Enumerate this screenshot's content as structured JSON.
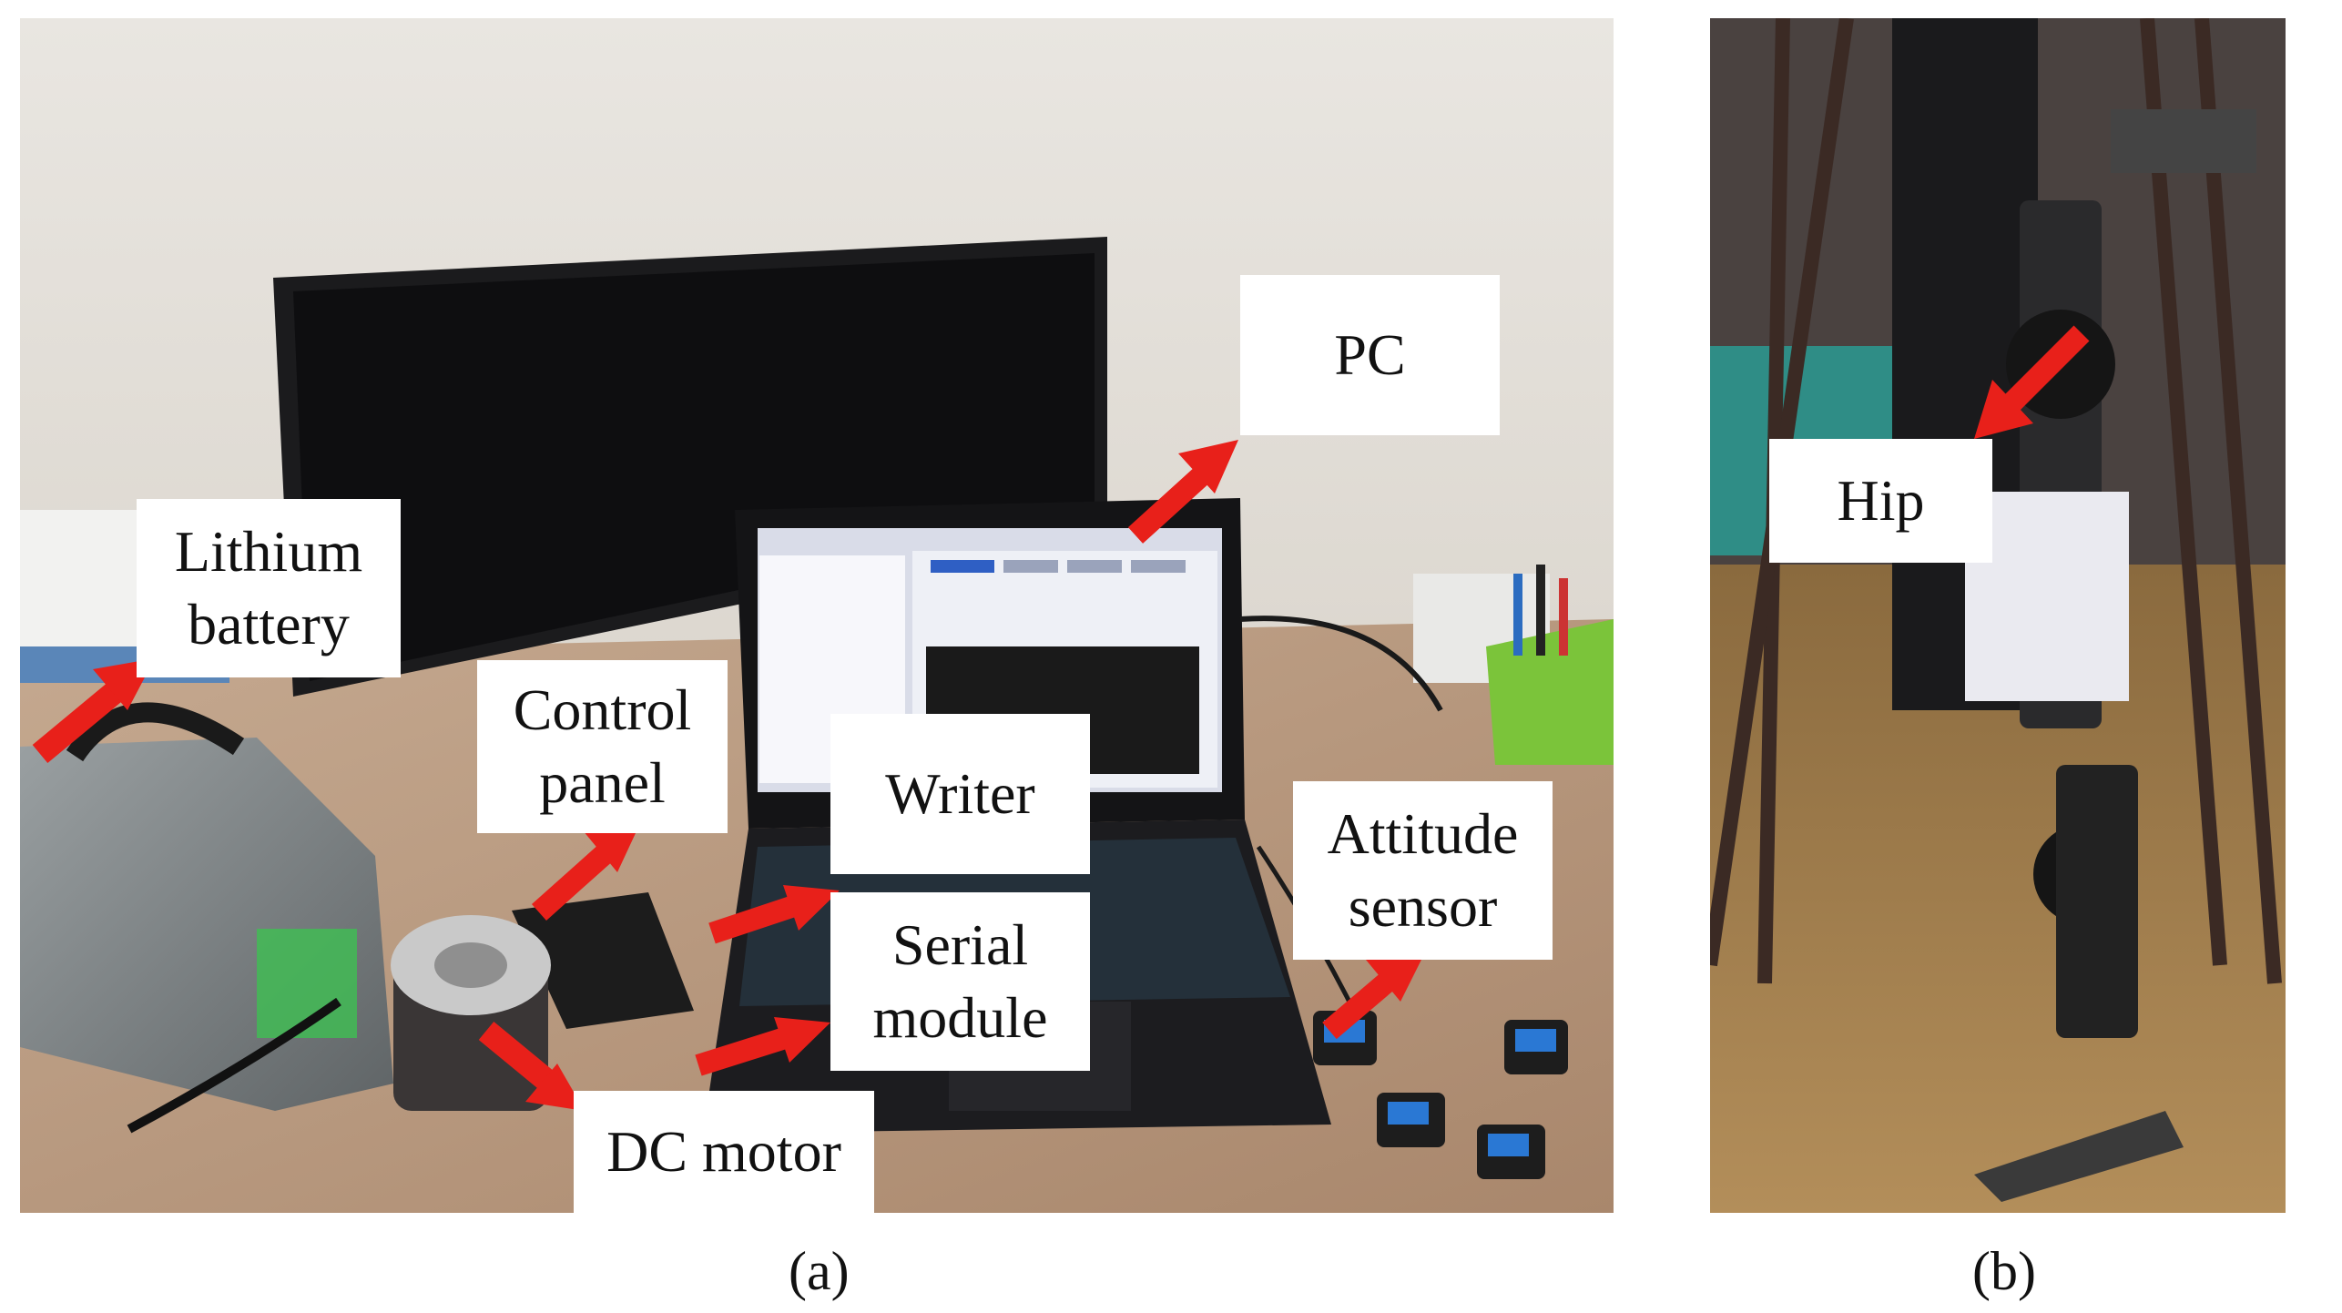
{
  "panel_a": {
    "caption": "(a)",
    "labels": {
      "lithium_battery": [
        "Lithium",
        "battery"
      ],
      "pc": "PC",
      "control_panel": [
        "Control",
        "panel"
      ],
      "writer": "Writer",
      "serial_module": [
        "Serial",
        "module"
      ],
      "attitude_sensor": [
        "Attitude",
        "sensor"
      ],
      "dc_motor": "DC motor"
    }
  },
  "panel_b": {
    "caption": "(b)",
    "labels": {
      "hip": "Hip"
    }
  },
  "colors": {
    "arrow": "#e8201a",
    "label_background": "#ffffff",
    "wall": "#e6e3dd",
    "desk": "#b99c84"
  }
}
